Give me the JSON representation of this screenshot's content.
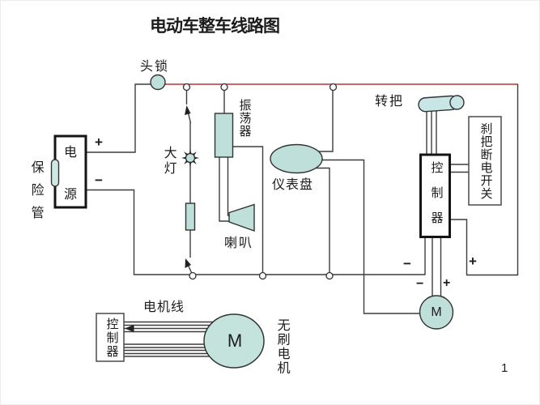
{
  "title": "电动车整车线路图",
  "page_number": "1",
  "labels": {
    "fuse": "保险管",
    "power_top": "电",
    "power_bottom": "源",
    "head_lock": "头锁",
    "headlight": "大灯",
    "oscillator": "振荡器",
    "horn": "喇叭",
    "dashboard": "仪表盘",
    "throttle": "转把",
    "controller": "控制器",
    "brake_switch": "刹把断电开关",
    "motor_m": "M",
    "motor_wire": "电机线",
    "controller2": "控制器",
    "big_motor_m": "M",
    "brushless": "无刷电机"
  },
  "signs": {
    "battery_plus": "+",
    "battery_minus": "−",
    "bus_minus": "−",
    "bus_plus": "+",
    "motor_minus": "−",
    "motor_plus": "+"
  },
  "colors": {
    "component_fill": "#bfdfda",
    "cylinder_fill": "#c9e6e6",
    "fuse_fill": "#cfe8e3",
    "power_line_red": "#c94f4f",
    "wire": "#3d3d3d"
  }
}
